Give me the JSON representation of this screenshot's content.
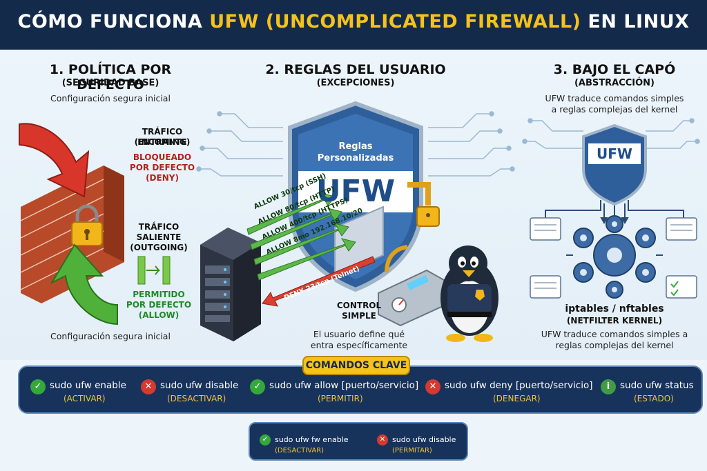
{
  "header": {
    "title_pre": "CÓMO FUNCIONA ",
    "title_accent": "UFW (UNCOMPLICATED FIREWALL)",
    "title_post": " EN LINUX"
  },
  "section1": {
    "title": "1. POLÍTICA POR DEFECTO",
    "subtitle": "(SEGURIDAD BASE)",
    "caption_top": "Configuración segura inicial",
    "incoming_label": "TRÁFICO ENTRANTE",
    "incoming_sub": "(INCOMING)",
    "incoming_status_1": "BLOQUEADO",
    "incoming_status_2": "POR DEFECTO",
    "incoming_status_3": "(DENY)",
    "outgoing_label_1": "TRÁFICO",
    "outgoing_label_2": "SALIENTE",
    "outgoing_sub": "(OUTGOING)",
    "outgoing_status_1": "PERMITIDO",
    "outgoing_status_2": "POR DEFECTO",
    "outgoing_status_3": "(ALLOW)",
    "caption_bottom": "Configuración segura inicial"
  },
  "section2": {
    "title": "2. REGLAS DEL USUARIO",
    "subtitle": "(EXCEPCIONES)",
    "shield_caption_1": "Reglas",
    "shield_caption_2": "Personalizadas",
    "shield_label": "UFW",
    "rules": [
      "ALLOW 30/tcp (SSH)",
      "ALLOW 80/tcp (HTTP)",
      "ALLOW 400/tcp (HTTPS)",
      "ALLOW 8mo 192.168.10/20"
    ],
    "deny_rule": "DENY 23/tcp (Telnet)",
    "control_label_1": "CONTROL",
    "control_label_2": "SIMPLE",
    "caption_1": "El usuario define qué",
    "caption_2": "entra específicamente"
  },
  "section3": {
    "title": "3. BAJO EL CAPÓ",
    "subtitle": "(ABSTRACCIÓN)",
    "caption_top_1": "UFW traduce comandos simples",
    "caption_top_2": "a reglas complejas del kernel",
    "shield_label": "UFW",
    "kernel_label": "iptables / nftables",
    "kernel_sub": "(NETFILTER KERNEL)",
    "caption_bottom_1": "UFW traduce comandos simples a",
    "caption_bottom_2": "reglas complejas del kernel"
  },
  "commands": {
    "title": "COMANDOS CLAVE",
    "items": [
      {
        "icon": "check-icon",
        "cmd": "sudo ufw enable",
        "desc": "(ACTIVAR)"
      },
      {
        "icon": "cross-icon",
        "cmd": "sudo ufw disable",
        "desc": "(DESACTIVAR)"
      },
      {
        "icon": "check-icon",
        "cmd": "sudo ufw allow [puerto/servicio]",
        "desc": "(PERMITIR)"
      },
      {
        "icon": "cross-icon",
        "cmd": "sudo ufw deny [puerto/servicio]",
        "desc": "(DENEGAR)"
      },
      {
        "icon": "info-icon",
        "cmd": "sudo ufw status",
        "desc": "(ESTADO)"
      }
    ]
  },
  "mini_commands": {
    "items": [
      {
        "icon": "check-icon",
        "cmd": "sudo ufw fw enable",
        "desc": "(DESACTIVAR)"
      },
      {
        "icon": "cross-icon",
        "cmd": "sudo ufw disable",
        "desc": "(PERMITAR)"
      }
    ]
  },
  "colors": {
    "header_bg": "#142a4a",
    "accent": "#f4c21b",
    "deny_red": "#b0231c",
    "allow_green": "#1f8a2a",
    "shield_blue": "#2f5f9a"
  }
}
